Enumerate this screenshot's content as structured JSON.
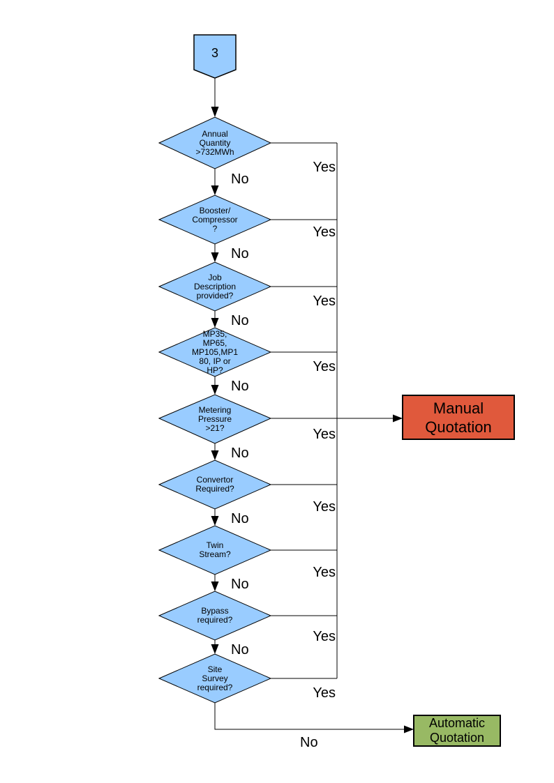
{
  "connector": {
    "label": "3",
    "fill": "#99CCFF"
  },
  "decisions": [
    {
      "label": "Annual\nQuantity\n>732MWh",
      "yes": "Yes",
      "no": "No"
    },
    {
      "label": "Booster/\nCompressor\n?",
      "yes": "Yes",
      "no": "No"
    },
    {
      "label": "Job\nDescription\nprovided?",
      "yes": "Yes",
      "no": "No"
    },
    {
      "label": "MP35,\nMP65,\nMP105,MP1\n80, IP or\nHP?",
      "yes": "Yes",
      "no": "No"
    },
    {
      "label": "Metering\nPressure\n>21?",
      "yes": "Yes",
      "no": "No"
    },
    {
      "label": "Convertor\nRequired?",
      "yes": "Yes",
      "no": "No"
    },
    {
      "label": "Twin\nStream?",
      "yes": "Yes",
      "no": "No"
    },
    {
      "label": "Bypass\nrequired?",
      "yes": "Yes",
      "no": "No"
    },
    {
      "label": "Site\nSurvey\nrequired?",
      "yes": "Yes",
      "no": "No"
    }
  ],
  "outcomes": {
    "manual": {
      "label": "Manual\nQuotation",
      "fill": "#E0593C"
    },
    "automatic": {
      "label": "Automatic\nQuotation",
      "fill": "#98B964"
    }
  },
  "colors": {
    "background": "#FFFFFF",
    "decision_fill": "#99CCFF",
    "border": "#000000",
    "line": "#000000"
  }
}
